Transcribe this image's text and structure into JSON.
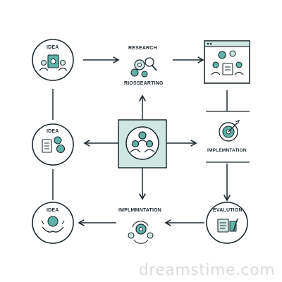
{
  "diagram": {
    "center": {
      "icon": "team-network-icon"
    },
    "nodes": {
      "idea_top": {
        "label": "IDEA",
        "icon": "money-people-icon"
      },
      "idea_mid": {
        "label": "IDEA",
        "icon": "checklist-coins-icon"
      },
      "idea_bottom": {
        "label": "IDEA",
        "icon": "money-hands-icon"
      },
      "research": {
        "label": "RESEARCH",
        "sublabel": "RIOSSEARTING",
        "icon": "research-gears-icon"
      },
      "browser": {
        "icon": "browser-team-icon"
      },
      "implementation_right": {
        "label": "IMPLEMNTATION",
        "icon": "target-icon"
      },
      "evaluation": {
        "label": "EVALUTION",
        "icon": "report-pen-icon"
      },
      "implementation_bottom": {
        "label": "IMPLMMNTATION",
        "icon": "gear-cycle-icon"
      }
    },
    "colors": {
      "accent": "#5fb3a8",
      "accent_light": "#cfe7e2",
      "stroke": "#1e2a30"
    }
  },
  "watermark": "dreamstime.com"
}
